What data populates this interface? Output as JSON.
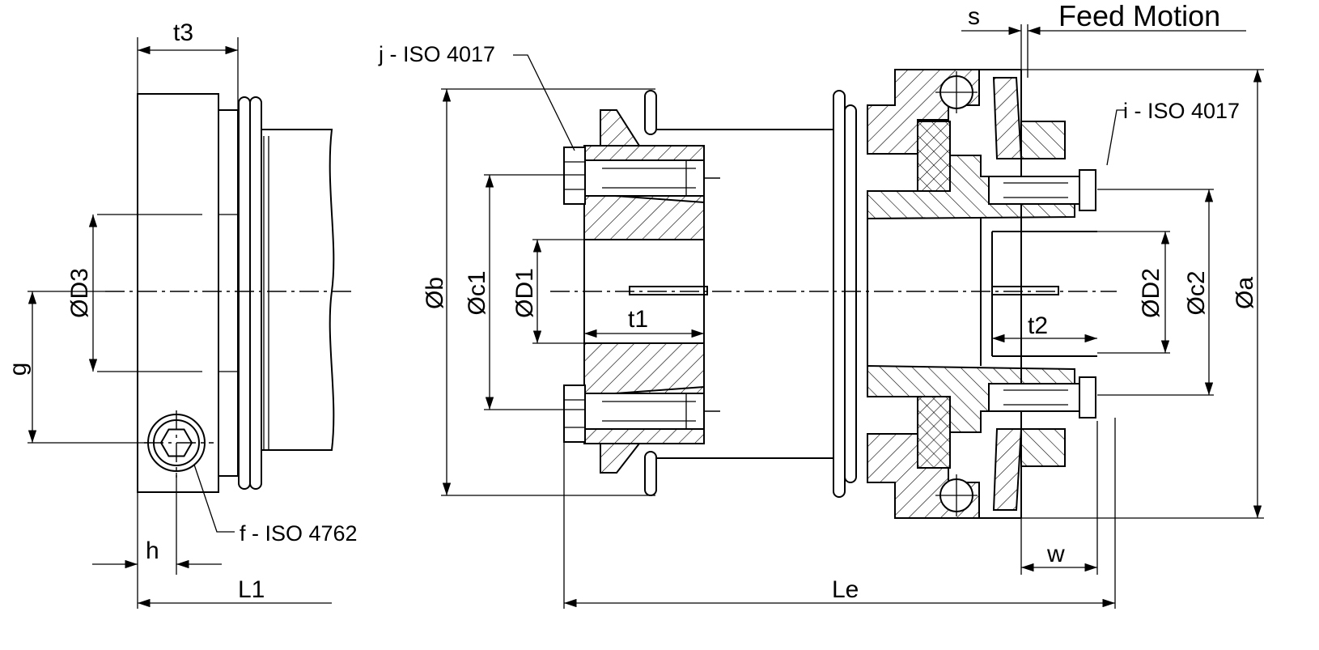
{
  "labels": {
    "t3": "t3",
    "D3": "ØD3",
    "g": "g",
    "h": "h",
    "L1": "L1",
    "f": "f - ISO 4762",
    "j": "j - ISO 4017",
    "b": "Øb",
    "c1": "Øc1",
    "D1": "ØD1",
    "t1": "t1",
    "Le": "Le",
    "s": "s",
    "feed": "Feed Motion",
    "i": "i - ISO 4017",
    "t2": "t2",
    "D2": "ØD2",
    "c2": "Øc2",
    "a": "Øa",
    "w": "w"
  }
}
